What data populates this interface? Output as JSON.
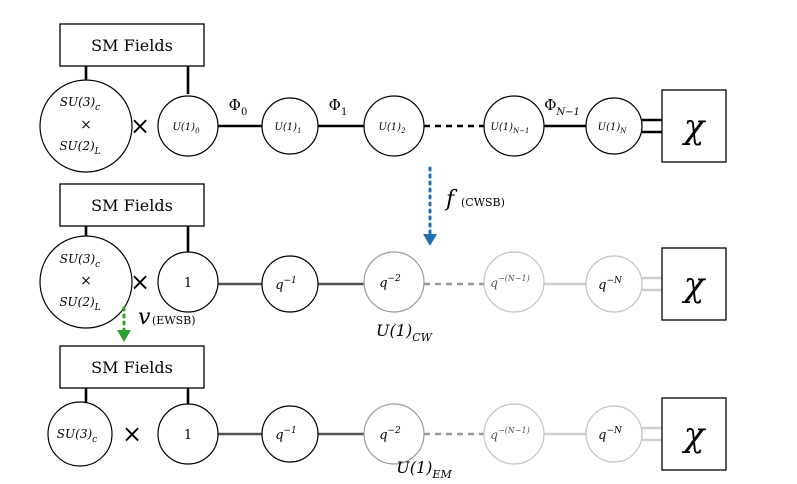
{
  "rows": [
    {
      "sm_box": "SM Fields",
      "gauge": {
        "top": "SU(3)",
        "top_sub": "c",
        "times": "×",
        "bottom": "SU(2)",
        "bottom_sub": "L"
      },
      "cross": "×",
      "nodes": [
        {
          "base": "U(1)",
          "sub": "0"
        },
        {
          "base": "U(1)",
          "sub": "1"
        },
        {
          "base": "U(1)",
          "sub": "2"
        },
        {
          "base": "U(1)",
          "sub": "N−1"
        },
        {
          "base": "U(1)",
          "sub": "N"
        }
      ],
      "links": [
        {
          "base": "Φ",
          "sub": "0"
        },
        {
          "base": "Φ",
          "sub": "1"
        },
        {
          "base": "Φ",
          "sub": "N−1"
        }
      ],
      "chi": "χ"
    },
    {
      "sm_box": "SM Fields",
      "gauge": {
        "top": "SU(3)",
        "top_sub": "c",
        "times": "×",
        "bottom": "SU(2)",
        "bottom_sub": "L"
      },
      "cross": "×",
      "nodes": [
        {
          "base": "1",
          "sup": ""
        },
        {
          "base": "q",
          "sup": "−1"
        },
        {
          "base": "q",
          "sup": "−2"
        },
        {
          "base": "q",
          "sup": "−(N−1)"
        },
        {
          "base": "q",
          "sup": "−N"
        }
      ],
      "group_label": {
        "base": "U(1)",
        "sub": "CW"
      },
      "chi": "χ"
    },
    {
      "sm_box": "SM Fields",
      "gauge": {
        "top": "SU(3)",
        "top_sub": "c"
      },
      "cross": "×",
      "nodes": [
        {
          "base": "1",
          "sup": ""
        },
        {
          "base": "q",
          "sup": "−1"
        },
        {
          "base": "q",
          "sup": "−2"
        },
        {
          "base": "q",
          "sup": "−(N−1)"
        },
        {
          "base": "q",
          "sup": "−N"
        }
      ],
      "group_label": {
        "base": "U(1)",
        "sub": "EM"
      },
      "chi": "χ"
    }
  ],
  "arrows": {
    "cwsb": {
      "symbol": "f",
      "label": "(CWSB)",
      "color": "#1f6fb2"
    },
    "ewsb": {
      "symbol": "v",
      "label": "(EWSB)",
      "color": "#2ca02c"
    }
  }
}
